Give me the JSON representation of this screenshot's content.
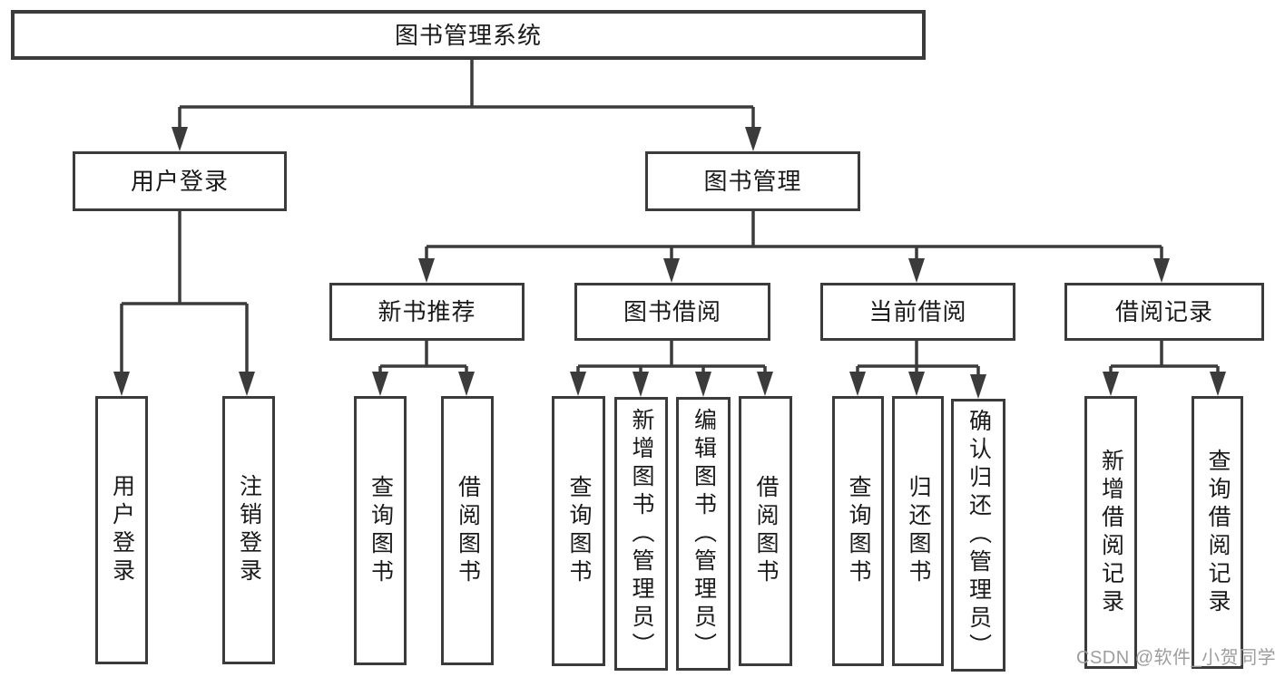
{
  "diagram": {
    "type": "hierarchy-tree",
    "root_label": "图书管理系统",
    "user_login": {
      "label": "用户登录",
      "children": [
        "用户登录",
        "注销登录"
      ]
    },
    "book_mgmt": {
      "label": "图书管理",
      "children_labels": [
        "新书推荐",
        "图书借阅",
        "当前借阅",
        "借阅记录"
      ]
    },
    "new_books": {
      "label": "新书推荐",
      "children": [
        "查询图书",
        "借阅图书"
      ]
    },
    "book_borrow": {
      "label": "图书借阅",
      "children": [
        "查询图书",
        "新增图书（管理员）",
        "编辑图书（管理员）",
        "借阅图书"
      ]
    },
    "current_borrow": {
      "label": "当前借阅",
      "children": [
        "查询图书",
        "归还图书",
        "确认归还（管理员）"
      ]
    },
    "borrow_records": {
      "label": "借阅记录",
      "children": [
        "新增借阅记录",
        "查询借阅记录"
      ]
    },
    "watermark": "CSDN @软件_小贺同学",
    "colors": {
      "line": "#3b3b3b",
      "text": "#1a1a1a",
      "watermark": "#9e9e9e",
      "background": "#ffffff"
    }
  }
}
